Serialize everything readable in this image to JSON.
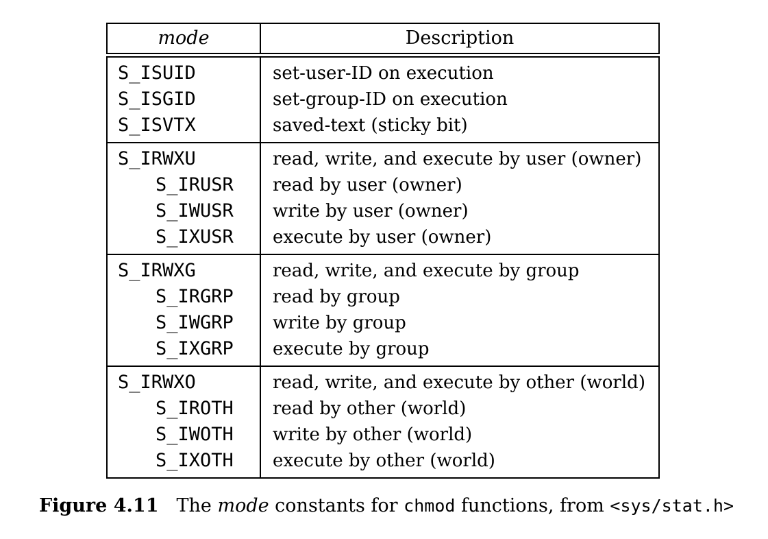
{
  "figure": {
    "table": {
      "header": {
        "mode": "mode",
        "description": "Description"
      },
      "groups": [
        {
          "rows": [
            {
              "mode": "S_ISUID",
              "desc": "set-user-ID on execution"
            },
            {
              "mode": "S_ISGID",
              "desc": "set-group-ID on execution"
            },
            {
              "mode": "S_ISVTX",
              "desc": "saved-text (sticky bit)"
            }
          ]
        },
        {
          "rows": [
            {
              "mode": "S_IRWXU",
              "desc": "read, write, and execute by user (owner)"
            },
            {
              "mode": "S_IRUSR",
              "desc": "read by user (owner)",
              "indent": true
            },
            {
              "mode": "S_IWUSR",
              "desc": "write by user (owner)",
              "indent": true
            },
            {
              "mode": "S_IXUSR",
              "desc": "execute by user (owner)",
              "indent": true
            }
          ]
        },
        {
          "rows": [
            {
              "mode": "S_IRWXG",
              "desc": "read, write, and execute by group"
            },
            {
              "mode": "S_IRGRP",
              "desc": "read by group",
              "indent": true
            },
            {
              "mode": "S_IWGRP",
              "desc": "write by group",
              "indent": true
            },
            {
              "mode": "S_IXGRP",
              "desc": "execute by group",
              "indent": true
            }
          ]
        },
        {
          "rows": [
            {
              "mode": "S_IRWXO",
              "desc": "read, write, and execute by other (world)"
            },
            {
              "mode": "S_IROTH",
              "desc": "read by other (world)",
              "indent": true
            },
            {
              "mode": "S_IWOTH",
              "desc": "write by other (world)",
              "indent": true
            },
            {
              "mode": "S_IXOTH",
              "desc": "execute by other (world)",
              "indent": true
            }
          ]
        }
      ]
    },
    "caption": {
      "label": "Figure 4.11",
      "text_1": "The ",
      "mode_italic": "mode",
      "text_2": " constants for ",
      "code_1": "chmod",
      "text_3": " functions, from ",
      "code_2": "<sys/stat.h>"
    }
  },
  "colors": {
    "text": "#000000",
    "background": "#ffffff",
    "border": "#000000"
  }
}
